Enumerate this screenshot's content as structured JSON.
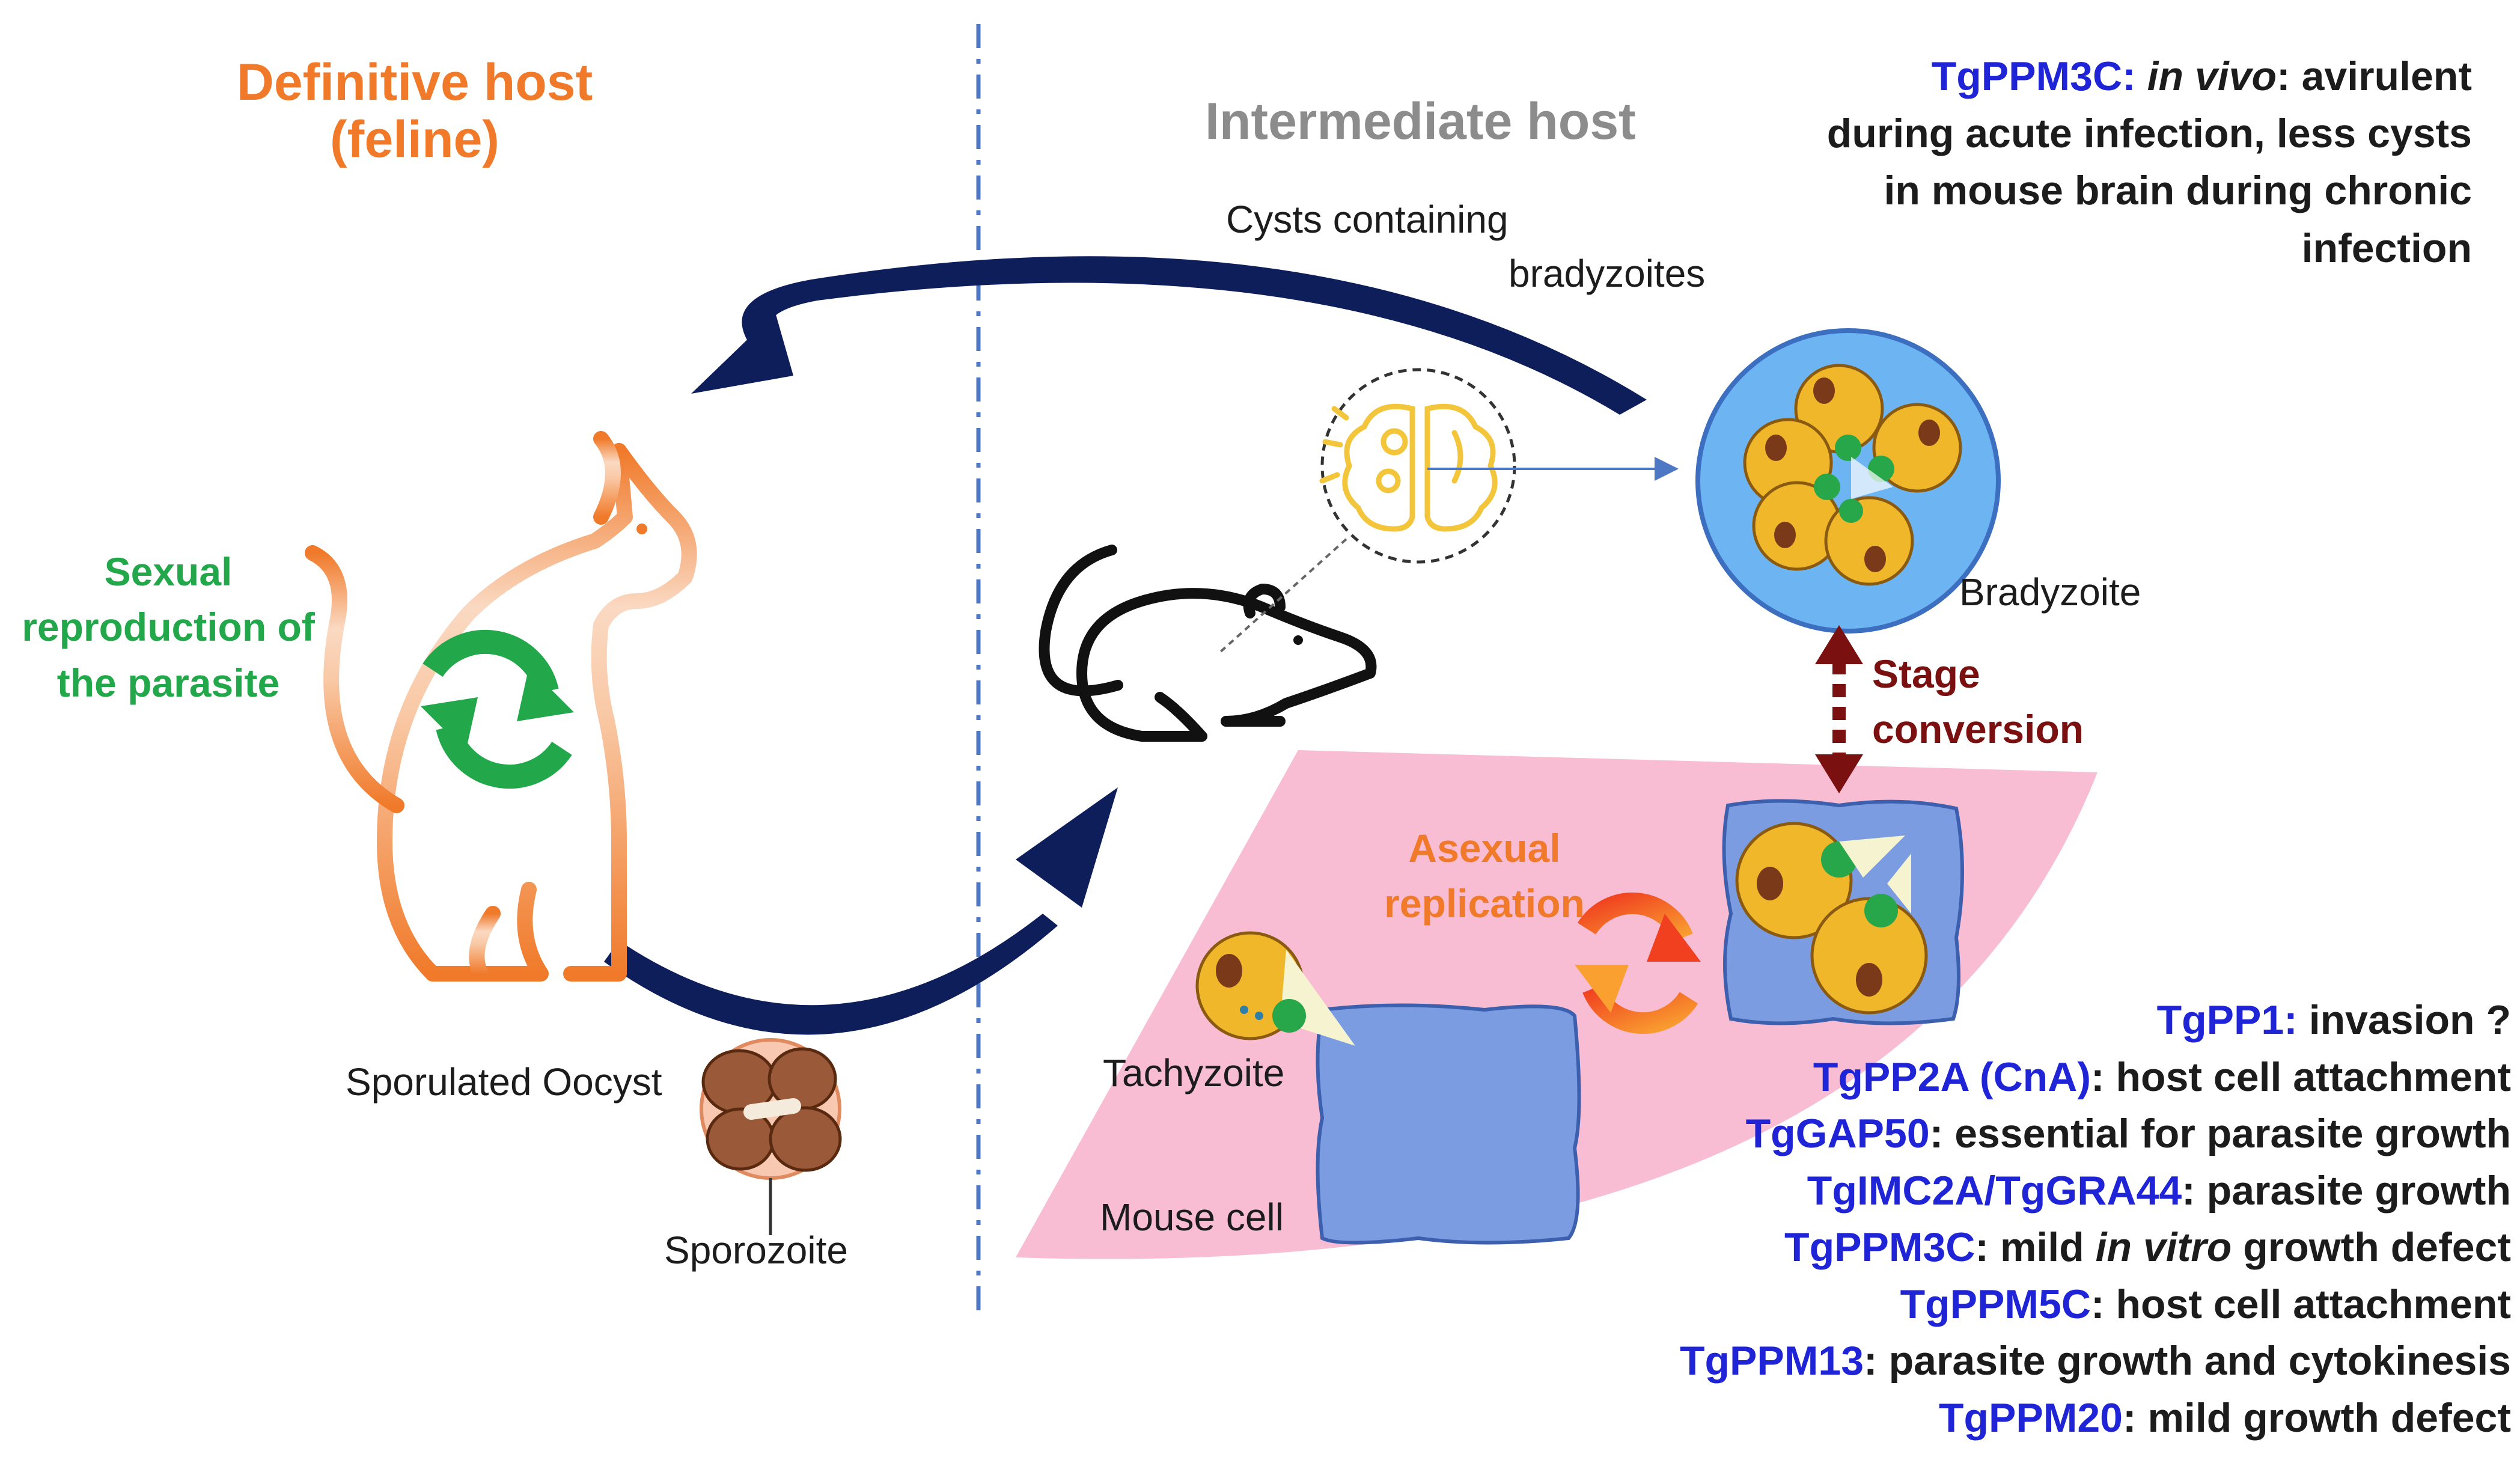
{
  "hosts": {
    "definitive": {
      "line1": "Definitive host",
      "line2": "(feline)"
    },
    "intermediate": "Intermediate host"
  },
  "sexual": {
    "line1": "Sexual",
    "line2": "reproduction of",
    "line3": "the parasite"
  },
  "cysts": {
    "line1": "Cysts containing",
    "line2": "bradyzoites"
  },
  "labels": {
    "bradyzoite": "Bradyzoite",
    "stage_line1": "Stage",
    "stage_line2": "conversion",
    "asexual_line1": "Asexual",
    "asexual_line2": "replication",
    "tachyzoite": "Tachyzoite",
    "mouse_cell": "Mouse cell",
    "sporulated_oocyst": "Sporulated Oocyst",
    "sporozoite": "Sporozoite"
  },
  "invivo": {
    "gene": "TgPPM3C:",
    "italic": "in vivo",
    "rest1": ": avirulent",
    "line2": "during acute infection, less cysts",
    "line3": "in mouse brain during chronic",
    "line4": "infection"
  },
  "genes": {
    "g1": {
      "name": "TgPP1:",
      "desc": " invasion ?"
    },
    "g2": {
      "name": "TgPP2A (CnA)",
      "desc": ": host cell attachment"
    },
    "g3": {
      "name": "TgGAP50",
      "desc": ": essential for parasite growth"
    },
    "g4": {
      "name": "TgIMC2A/TgGRA44",
      "desc": ": parasite growth"
    },
    "g5": {
      "name": "TgPPM3C",
      "desc_a": ": mild ",
      "desc_italic": "in vitro",
      "desc_b": " growth defect"
    },
    "g6": {
      "name": "TgPPM5C",
      "desc": ": host cell attachment"
    },
    "g7": {
      "name": "TgPPM13",
      "desc": ": parasite growth and cytokinesis"
    },
    "g8": {
      "name": "TgPPM20",
      "desc": ": mild growth defect"
    }
  },
  "colors": {
    "orange": "#F07A2A",
    "gray": "#8C8C8C",
    "green": "#22A84A",
    "navy": "#0E1E5B",
    "maroon": "#7A1010",
    "blue_text": "#1F24D6",
    "pink": "#F8BDD3",
    "cell_blue": "#7B9CE0",
    "cyst_blue": "#6CB4F2"
  },
  "icons": [
    "cat-icon",
    "mouse-icon",
    "brain-icon",
    "green-cycle-icon",
    "red-cycle-icon",
    "oocyst-icon",
    "tachyzoite-icon",
    "bradyzoite-cyst-icon"
  ]
}
